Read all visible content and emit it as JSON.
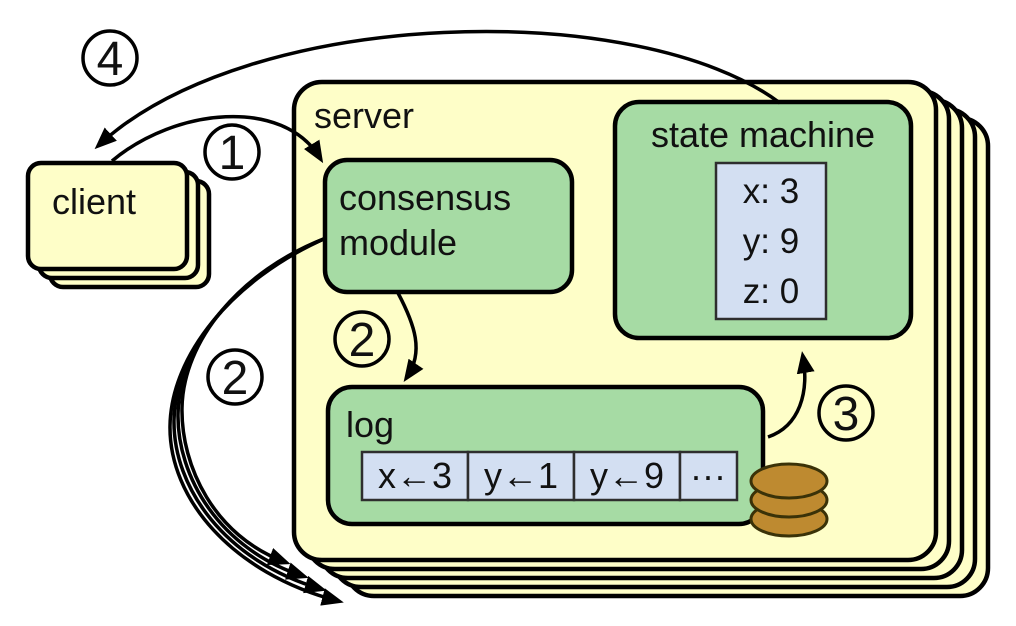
{
  "colors": {
    "yellow_box": "#FEFEC8",
    "green_box": "#A6DBA4",
    "blue_cell": "#D3DFF2",
    "disk": "#BE8A30",
    "outline": "#000000"
  },
  "client": {
    "label": "client"
  },
  "server": {
    "label": "server"
  },
  "consensus_module": {
    "line1": "consensus",
    "line2": "module"
  },
  "state_machine": {
    "label": "state machine",
    "registers": [
      "x: 3",
      "y: 9",
      "z: 0"
    ]
  },
  "log": {
    "label": "log",
    "entries": [
      "x←3",
      "y←1",
      "y←9",
      "···"
    ]
  },
  "step_markers": {
    "request": "1",
    "replicate_inner": "2",
    "replicate_outer": "2",
    "apply": "3",
    "respond": "4"
  }
}
